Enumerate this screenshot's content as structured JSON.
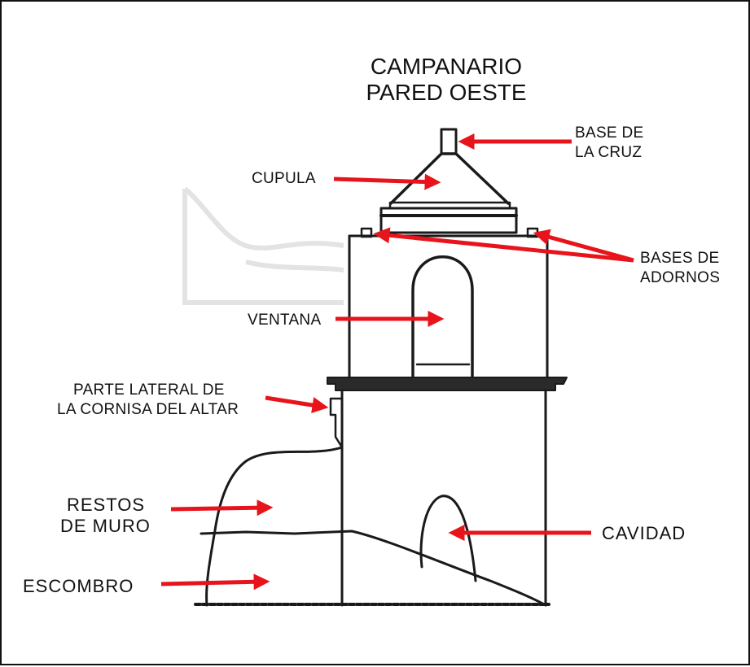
{
  "title": {
    "line1": "CAMPANARIO",
    "line2": "PARED OESTE"
  },
  "labels": {
    "base_cruz": {
      "line1": "BASE DE",
      "line2": "LA CRUZ"
    },
    "cupula": "CUPULA",
    "bases_adornos": {
      "line1": "BASES DE",
      "line2": "ADORNOS"
    },
    "ventana": "VENTANA",
    "cornisa": {
      "line1": "PARTE LATERAL DE",
      "line2": "LA CORNISA DEL ALTAR"
    },
    "restos": {
      "line1": "RESTOS",
      "line2": "DE MURO"
    },
    "cavidad": "CAVIDAD",
    "escombro": "ESCOMBRO"
  },
  "colors": {
    "arrow": "#e8141c",
    "ink": "#1a1a1a",
    "sketch_faint": "#e3e3e3"
  }
}
